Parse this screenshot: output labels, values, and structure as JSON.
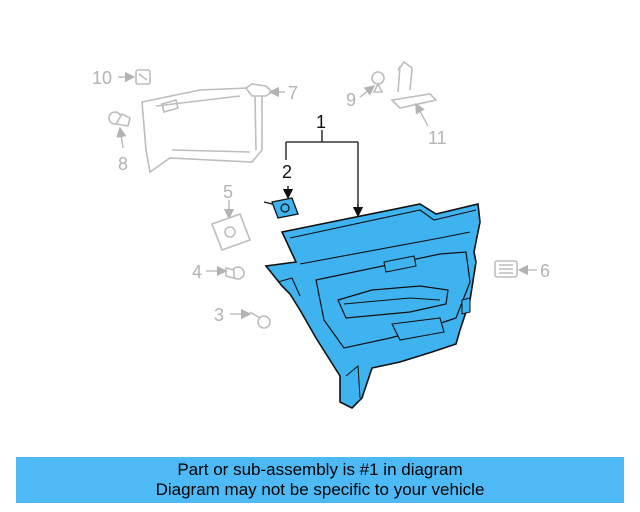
{
  "callouts": {
    "c1": "1",
    "c2": "2",
    "c3": "3",
    "c4": "4",
    "c5": "5",
    "c6": "6",
    "c7": "7",
    "c8": "8",
    "c9": "9",
    "c10": "10",
    "c11": "11"
  },
  "colors": {
    "highlight_part": "#3fb3ef",
    "caption_bar": "#4dbaf5",
    "muted_part": "#bdbdbd"
  },
  "caption": {
    "line1": "Part or sub-assembly is #1 in diagram",
    "line2": "Diagram may not be specific to your vehicle"
  }
}
